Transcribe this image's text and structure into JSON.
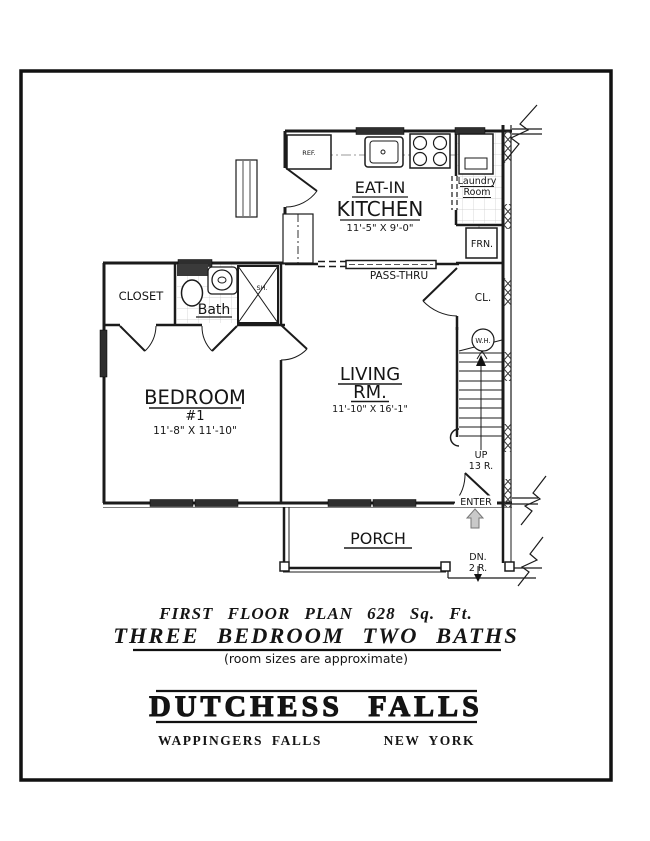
{
  "plan": {
    "kitchen": {
      "line1": "EAT-IN",
      "line2": "KITCHEN",
      "dims": "11'-5\" X 9'-0\""
    },
    "laundry": {
      "line1": "Laundry",
      "line2": "Room"
    },
    "furnace_label": "FRN.",
    "fridge_label": "REF.",
    "pass_thru": "PASS-THRU",
    "closet": "CLOSET",
    "bath": "Bath",
    "shower": "SH.",
    "bedroom": {
      "name": "BEDROOM",
      "number": "#1",
      "dims": "11'-8\" X 11'-10\""
    },
    "living": {
      "line1": "LIVING",
      "line2": "RM.",
      "dims": "11'-10\" X 16'-1\""
    },
    "hall_closet": "CL.",
    "water_heater": "W.H.",
    "stairs_up": {
      "line1": "UP",
      "line2": "13 R."
    },
    "enter": "ENTER",
    "porch": "PORCH",
    "porch_steps": {
      "line1": "DN.",
      "line2": "2 R."
    }
  },
  "titles": {
    "plan_title": "FIRST FLOOR PLAN 628 Sq. Ft.",
    "subtitle": "THREE BEDROOM TWO BATHS",
    "note": "(room sizes are approximate)",
    "brand": "DUTCHESS FALLS",
    "city": "WAPPINGERS FALLS",
    "state": "NEW YORK"
  },
  "colors": {
    "ink": "#1b1b1b",
    "counter_gray": "#999999",
    "tile_gray": "#c8c8c8",
    "arrow_gray": "#c9c9c9"
  }
}
